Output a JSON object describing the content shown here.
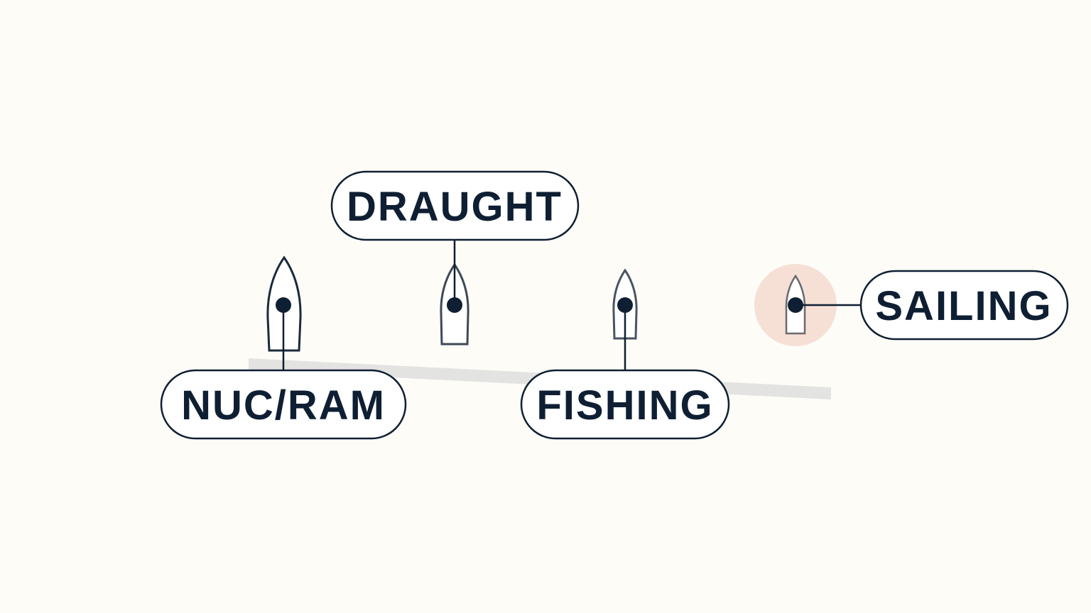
{
  "labels": {
    "draught": "DRAUGHT",
    "nuc_ram": "NUC/RAM",
    "fishing": "FISHING",
    "sailing": "SAILING"
  },
  "colors": {
    "background": "#fdfcf7",
    "ink": "#0f1f33",
    "vessel_outline_dark": "#1a2a3c",
    "vessel_outline_mid": "#3d4856",
    "vessel_outline_light": "#6a6a6e",
    "highlight_halo": "#f6e0d6",
    "track_band": "#e3e3e1"
  },
  "highlighted_vessel": "sailing"
}
